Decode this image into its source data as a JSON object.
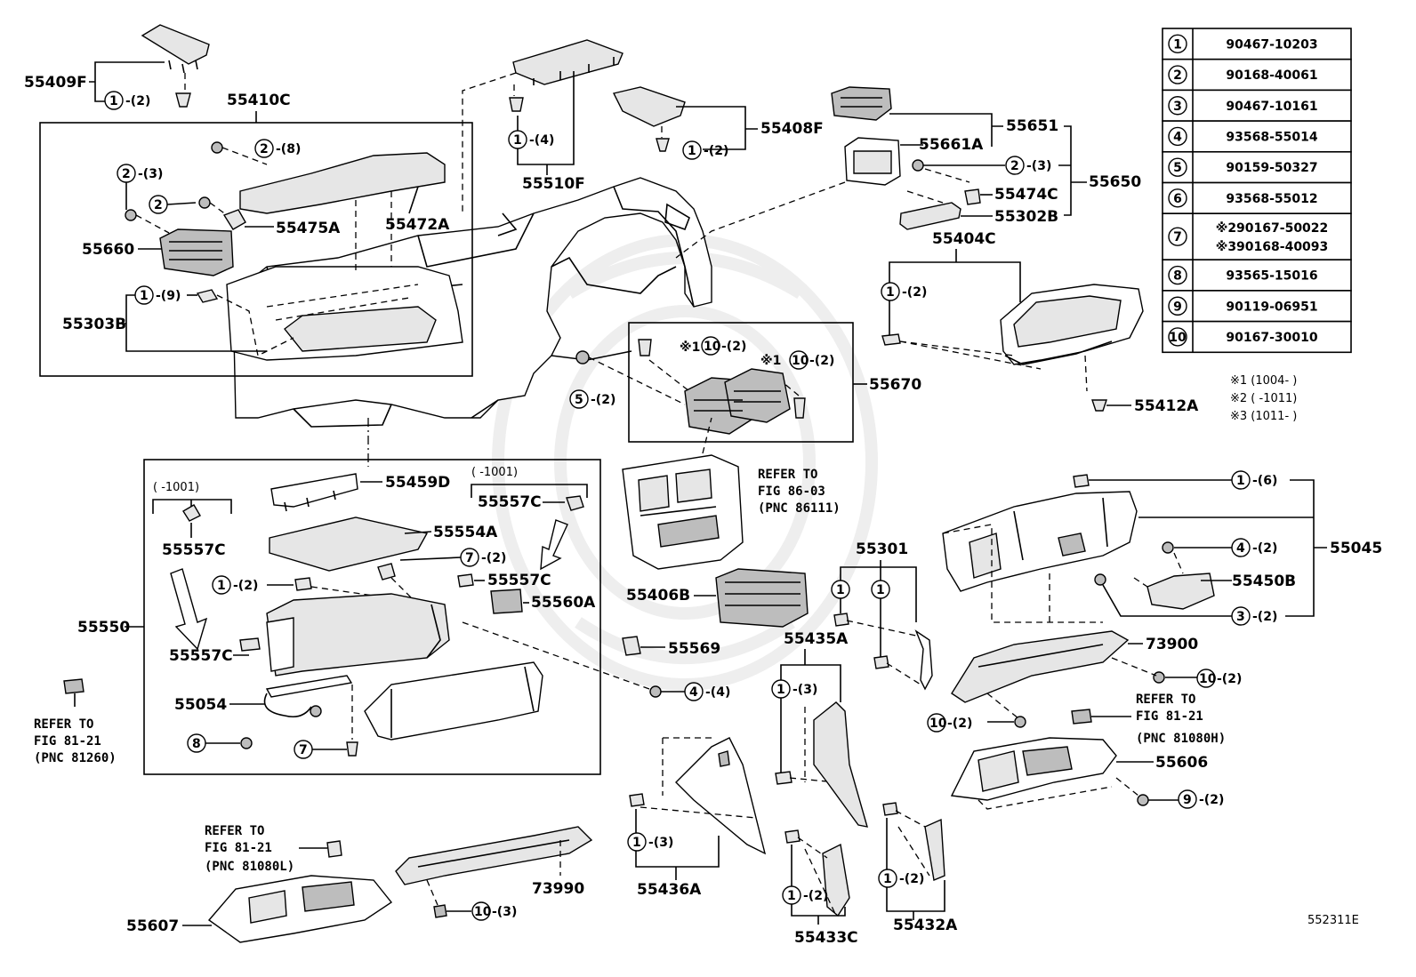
{
  "diagram_id": "552311E",
  "parts": {
    "p55409F": "55409F",
    "p55410C": "55410C",
    "p55510F": "55510F",
    "p55408F": "55408F",
    "p55651": "55651",
    "p55661A": "55661A",
    "p55474C": "55474C",
    "p55302B": "55302B",
    "p55650": "55650",
    "p55472A": "55472A",
    "p55475A": "55475A",
    "p55660": "55660",
    "p55303B": "55303B",
    "p55404C": "55404C",
    "p55412A": "55412A",
    "p55670": "55670",
    "p55459D": "55459D",
    "p55557C_a": "55557C",
    "p55557C_b": "55557C",
    "p55557C_c": "55557C",
    "p55557C_d": "55557C",
    "p55554A": "55554A",
    "p55560A": "55560A",
    "p55550": "55550",
    "p55054": "55054",
    "p55406B": "55406B",
    "p55569": "55569",
    "p55301": "55301",
    "p55435A": "55435A",
    "p55436A": "55436A",
    "p55433C": "55433C",
    "p55432A": "55432A",
    "p55045": "55045",
    "p55450B": "55450B",
    "p73900": "73900",
    "p55606": "55606",
    "p73990": "73990",
    "p55607": "55607"
  },
  "qty": {
    "q_1_2": "-(2)",
    "q_1_4": "-(4)",
    "q_1_9": "-(9)",
    "q_1_6": "-(6)",
    "q_1_3": "-(3)",
    "q_2_8": "-(8)",
    "q_2_3": "-(3)",
    "q_3_2": "-(2)",
    "q_4_2": "-(2)",
    "q_4_4": "-(4)",
    "q_5_2": "-(2)",
    "q_7_2": "-(2)",
    "q_9_2": "-(2)",
    "q_10_2": "-(2)",
    "q_10_3": "-(3)"
  },
  "notes": {
    "ref_86_03": [
      "REFER TO",
      "FIG 86-03",
      "(PNC 86111)"
    ],
    "ref_81_21_a": [
      "REFER TO",
      "FIG 81-21",
      "(PNC 81260)"
    ],
    "ref_81_21_b": [
      "REFER TO",
      "FIG 81-21",
      "(PNC 81080L)"
    ],
    "ref_81_21_c": [
      "REFER TO",
      "FIG 81-21",
      "(PNC 81080H)"
    ],
    "range_1001": "(   -1001)",
    "range_1001_b": "(  -1001)",
    "mark_x1": "※1"
  },
  "table": {
    "rows": [
      {
        "n": "1",
        "pn": "90467-10203"
      },
      {
        "n": "2",
        "pn": "90168-40061"
      },
      {
        "n": "3",
        "pn": "90467-10161"
      },
      {
        "n": "4",
        "pn": "93568-55014"
      },
      {
        "n": "5",
        "pn": "90159-50327"
      },
      {
        "n": "6",
        "pn": "93568-55012"
      },
      {
        "n": "7",
        "pn": "※290167-50022",
        "pn2": "※390168-40093"
      },
      {
        "n": "8",
        "pn": "93565-15016"
      },
      {
        "n": "9",
        "pn": "90119-06951"
      },
      {
        "n": "10",
        "pn": "90167-30010"
      }
    ],
    "footnotes": [
      "※1 (1004-   )",
      "※2 (   -1011)",
      "※3 (1011-   )"
    ]
  }
}
